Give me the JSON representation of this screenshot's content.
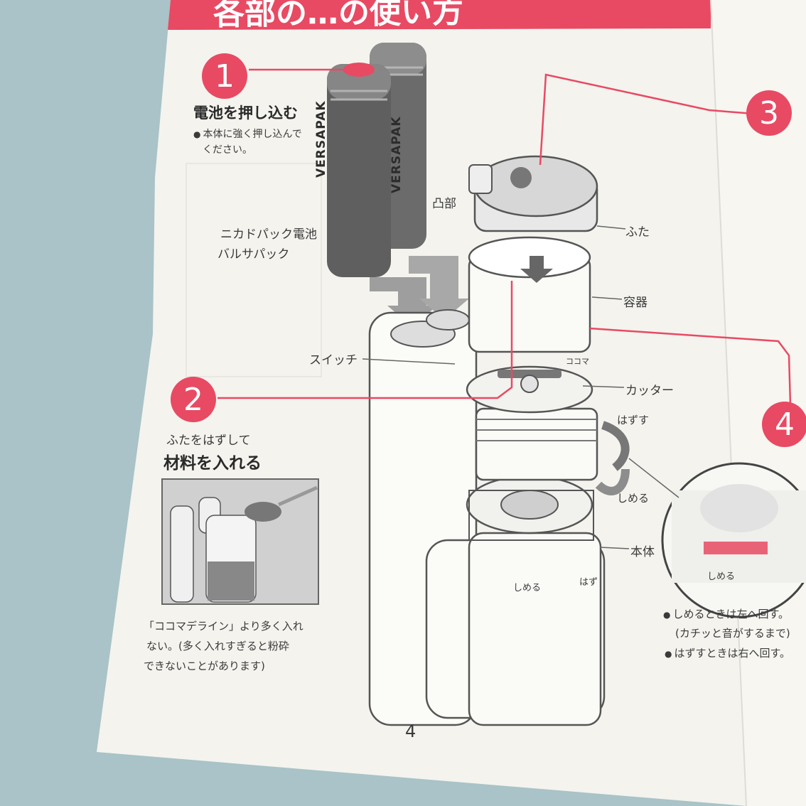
{
  "header": {
    "title_fragment": "各部の…の使い方"
  },
  "steps": [
    {
      "number": "1",
      "title": "電池を押し込む",
      "notes": [
        "本体に強く押し込んで",
        "ください。"
      ]
    },
    {
      "number": "2",
      "subtitle": "ふたをはずして",
      "title": "材料を入れる",
      "caption": [
        "「ココマデライン」より多く入れ",
        "ない。(多く入れすぎると粉砕",
        "できないことがあります)"
      ]
    },
    {
      "number": "3"
    },
    {
      "number": "4",
      "notes": [
        "しめるときは左へ回す。",
        "(カチッと音がするまで)",
        "はずすときは右へ回す。"
      ]
    }
  ],
  "battery": {
    "brand": "VERSAPAK",
    "label_line1": "ニカドパック電池",
    "label_line2": "バルサパック"
  },
  "parts": {
    "protrusion": "凸部",
    "lid": "ふた",
    "container": "容器",
    "switch": "スイッチ",
    "cutter": "カッター",
    "body": "本体",
    "remove": "はずす",
    "close": "しめる",
    "line_mark": "ココマ"
  },
  "dial": {
    "close": "しめる",
    "remove": "はず"
  },
  "page_number": "4",
  "colors": {
    "accent": "#e84a63",
    "paper": "#f4f3ee",
    "background": "#a9c3c8",
    "ink": "#3a3a3a"
  }
}
